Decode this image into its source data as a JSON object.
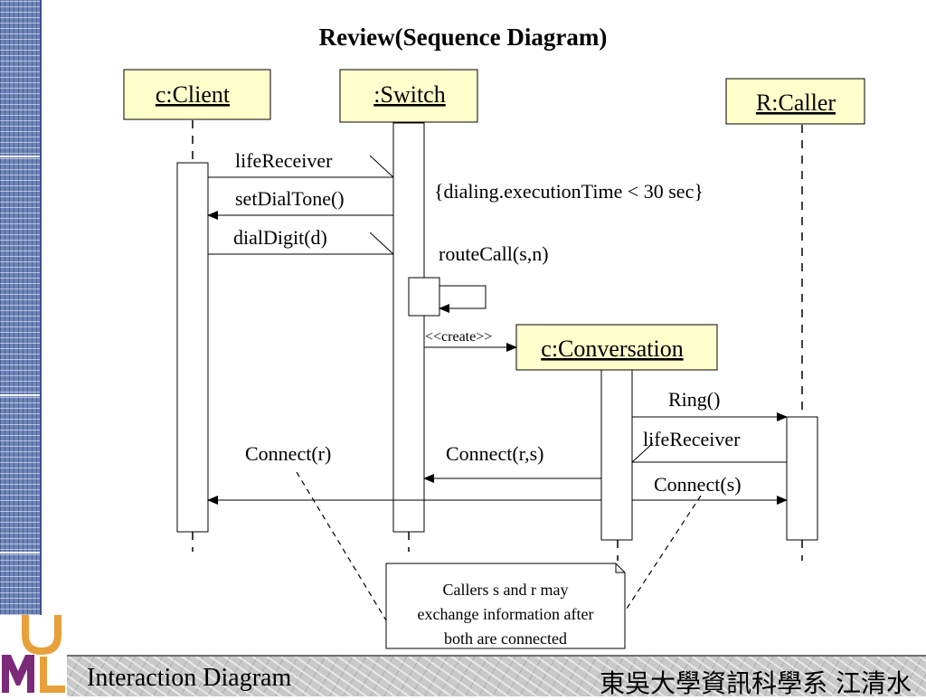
{
  "title": "Review(Sequence Diagram)",
  "objects": {
    "client": "c:Client",
    "switch": ":Switch",
    "caller": "R:Caller",
    "conversation": "c:Conversation"
  },
  "messages": {
    "life_receiver_1": "lifeReceiver",
    "set_dial_tone": "setDialTone()",
    "dial_digit": "dialDigit(d)",
    "constraint": "{dialing.executionTime < 30 sec}",
    "route_call": "routeCall(s,n)",
    "create": "<<create>>",
    "ring": "Ring()",
    "life_receiver_2": "lifeReceiver",
    "connect_r": "Connect(r)",
    "connect_rs": "Connect(r,s)",
    "connect_s": "Connect(s)"
  },
  "note": {
    "line1": "Callers s and r may",
    "line2": "exchange information after",
    "line3": "both are connected"
  },
  "footer": {
    "left": "Interaction Diagram",
    "right": "東吳大學資訊科學系 江清水"
  },
  "colors": {
    "object_fill": "#ffffcc",
    "sidebar": "#6f86b8",
    "logo_orange": "#e8a03a",
    "logo_purple": "#7a2a78"
  }
}
